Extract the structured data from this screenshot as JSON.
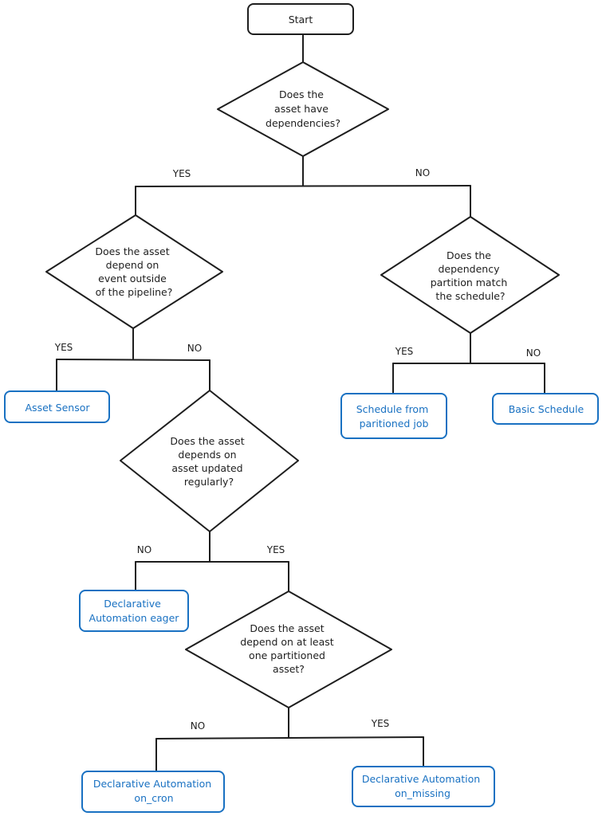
{
  "colors": {
    "line": "#1e1e1e",
    "outcome": "#1971c2",
    "background": "#ffffff"
  },
  "start": {
    "label": "Start"
  },
  "decisions": {
    "has_dependencies": {
      "lines": [
        "Does the",
        "asset have",
        "dependencies?"
      ]
    },
    "event_outside_pipeline": {
      "lines": [
        "Does the asset",
        "depend on",
        "event outside",
        "of the pipeline?"
      ]
    },
    "partition_match": {
      "lines": [
        "Does the",
        "dependency",
        "partition match",
        "the schedule?"
      ]
    },
    "asset_updated_regularly": {
      "lines": [
        "Does the asset",
        "depends on",
        "asset updated",
        "regularly?"
      ]
    },
    "partitioned_asset": {
      "lines": [
        "Does the asset",
        "depend on at least",
        "one partitioned",
        "asset?"
      ]
    }
  },
  "outcomes": {
    "asset_sensor": {
      "lines": [
        "Asset Sensor"
      ]
    },
    "schedule_partitioned_job": {
      "lines": [
        "Schedule from",
        "paritioned job"
      ]
    },
    "basic_schedule": {
      "lines": [
        "Basic Schedule"
      ]
    },
    "automation_eager": {
      "lines": [
        "Declarative",
        "Automation eager"
      ]
    },
    "automation_on_cron": {
      "lines": [
        "Declarative Automation",
        "on_cron"
      ]
    },
    "automation_on_missing": {
      "lines": [
        "Declarative Automation",
        "on_missing"
      ]
    }
  },
  "edge_labels": {
    "dependencies_yes": "YES",
    "dependencies_no": "NO",
    "event_yes": "YES",
    "event_no": "NO",
    "partition_yes": "YES",
    "partition_no": "NO",
    "updated_no": "NO",
    "updated_yes": "YES",
    "partitioned_no": "NO",
    "partitioned_yes": "YES"
  }
}
